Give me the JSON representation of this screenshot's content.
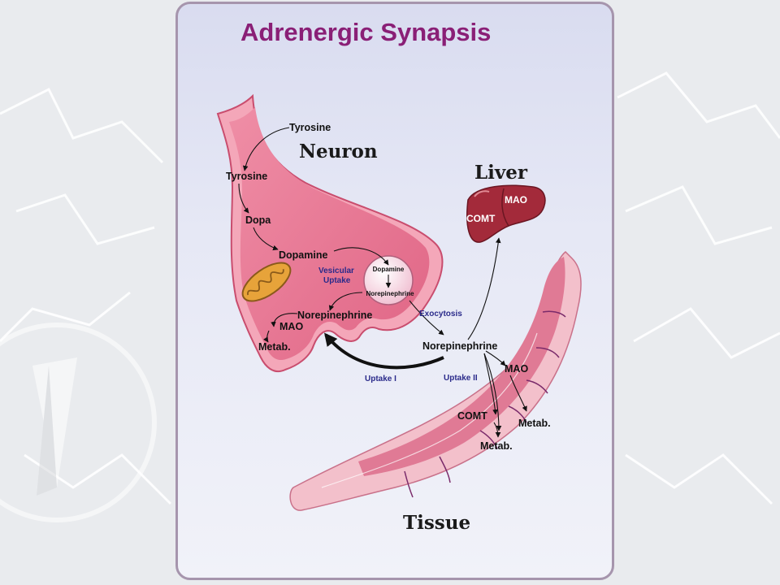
{
  "title": "Adrenergic Synapsis",
  "regions": {
    "neuron": "Neuron",
    "liver": "Liver",
    "tissue": "Tissue"
  },
  "neuron_labels": {
    "tyrosine_outside": "Tyrosine",
    "tyrosine_inside": "Tyrosine",
    "dopa": "Dopa",
    "dopamine": "Dopamine",
    "norepinephrine": "Norepinephrine",
    "mao": "MAO",
    "metab": "Metab.",
    "vesicular_uptake": "Vesicular Uptake",
    "vesicle_dopamine": "Dopamine",
    "vesicle_norepinephrine": "Norepinephrine"
  },
  "liver_labels": {
    "mao": "MAO",
    "comt": "COMT"
  },
  "cleft_labels": {
    "exocytosis": "Exocytosis",
    "norepinephrine": "Norepinephrine",
    "uptake_1": "Uptake I",
    "uptake_2": "Uptake II"
  },
  "tissue_labels": {
    "mao": "MAO",
    "comt": "COMT",
    "metab_1": "Metab.",
    "metab_2": "Metab."
  },
  "colors": {
    "title": "#8a1f76",
    "frame": "#a695ad",
    "neuron_fill": "#e36f8d",
    "tissue_fill": "#f2b6c2",
    "liver_fill": "#a32a3a",
    "mitochondrion": "#e7a33a",
    "uptake_text": "#2a2a8a"
  }
}
